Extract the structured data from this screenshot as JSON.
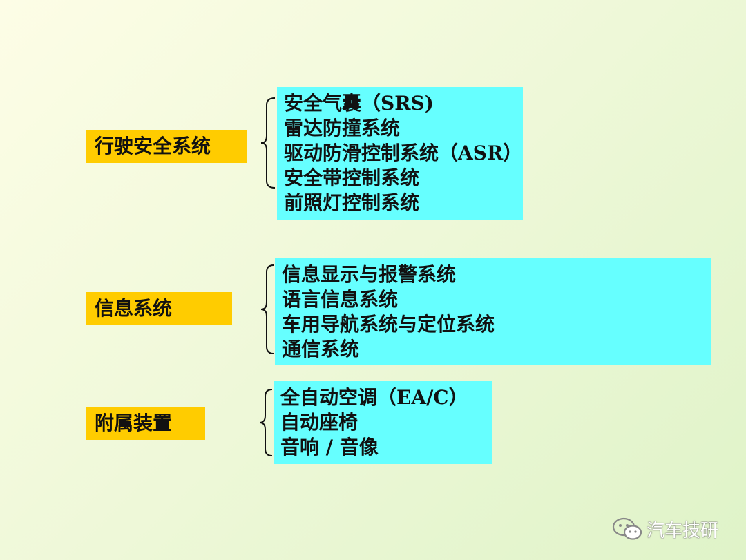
{
  "groups": [
    {
      "category": "行驶安全系统",
      "items": [
        "安全气囊（SRS)",
        "雷达防撞系统",
        "驱动防滑控制系统（ASR）",
        "安全带控制系统",
        "前照灯控制系统"
      ]
    },
    {
      "category": "信息系统",
      "items": [
        "信息显示与报警系统",
        "语言信息系统",
        "车用导航系统与定位系统",
        "通信系统"
      ]
    },
    {
      "category": "附属装置",
      "items": [
        "全自动空调（EA/C）",
        "自动座椅",
        "音响 / 音像"
      ]
    }
  ],
  "watermark": {
    "icon": "wechat-icon",
    "text": "汽车技研"
  },
  "colors": {
    "category_bg": "#ffcc00",
    "items_bg": "#66ffff",
    "text": "#111111"
  }
}
